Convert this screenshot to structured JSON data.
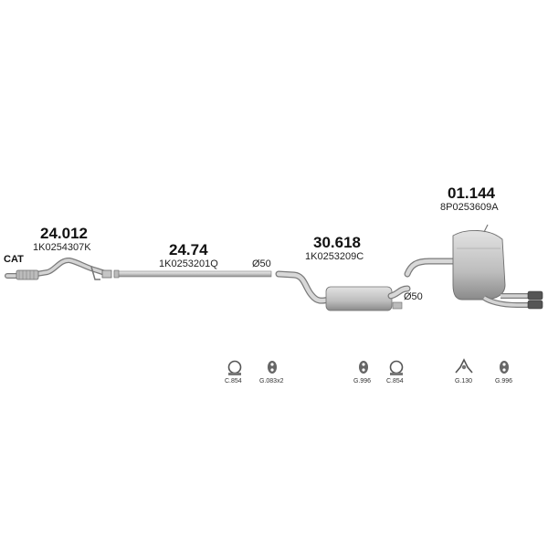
{
  "parts": [
    {
      "number": "24.012",
      "oem": "1K0254307K"
    },
    {
      "number": "24.74",
      "oem": "1K0253201Q"
    },
    {
      "number": "30.618",
      "oem": "1K0253209C"
    },
    {
      "number": "01.144",
      "oem": "8P0253609A"
    }
  ],
  "labels": {
    "cat": "CAT",
    "diameter_1": "Ø50",
    "diameter_2": "Ø50"
  },
  "accessories": [
    {
      "code": "C.854",
      "icon": "clamp-icon"
    },
    {
      "code": "G.083x2",
      "icon": "rubber-mount-icon"
    },
    {
      "code": "G.996",
      "icon": "rubber-mount-icon"
    },
    {
      "code": "C.854",
      "icon": "clamp-icon"
    },
    {
      "code": "G.130",
      "icon": "hanger-bracket-icon"
    },
    {
      "code": "G.996",
      "icon": "rubber-mount-icon"
    }
  ],
  "colors": {
    "pipe_fill": "#d6d6d6",
    "pipe_stroke": "#777777",
    "muffler_fill": "#c9c9c9"
  }
}
